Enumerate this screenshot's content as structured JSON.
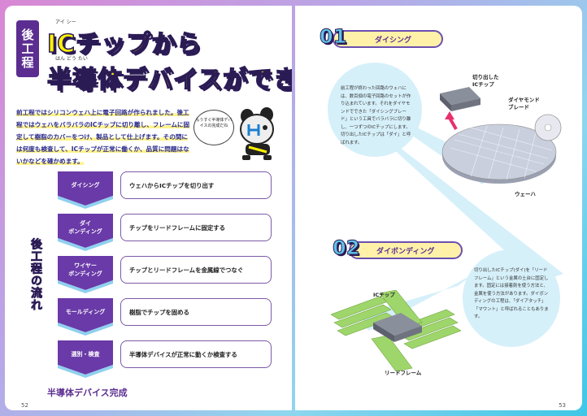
{
  "left": {
    "tab": "後工程",
    "title_line1": "ICチップから",
    "title_line2": "半導体デバイスができるまで",
    "title_ruby": [
      "アイ シー",
      "はん どう たい"
    ],
    "intro_parts": [
      {
        "text": "前工程ではシリコンウェハ上に電子回路が作られました。",
        "hl": true
      },
      {
        "text": "後工程ではウェハをバラバラのICチップに切り離し、フレームに固定して樹脂のカバーをつけ、製品として仕上げます。",
        "hl": true
      },
      {
        "text": "その間には何度も検査して、ICチップが正常に働くか、品質に問題はないかなどを確かめます。",
        "hl": true
      }
    ],
    "bubble_text": "もうすぐ半導体デバイスの完成だね",
    "flow_label": "後工程の流れ",
    "steps": [
      {
        "name": "ダイシング",
        "desc": "ウェハからICチップを切り出す"
      },
      {
        "name": "ダイ\nボンディング",
        "desc": "チップをリードフレームに固定する"
      },
      {
        "name": "ワイヤー\nボンディング",
        "desc": "チップとリードフレームを金属線でつなぐ"
      },
      {
        "name": "モールディング",
        "desc": "樹脂でチップを固める"
      },
      {
        "name": "選別・検査",
        "desc": "半導体デバイスが正常に動くか検査する"
      }
    ],
    "complete": "半導体デバイス完成",
    "page_number": "52"
  },
  "right": {
    "sections": [
      {
        "number": "01",
        "title": "ダイシング",
        "body": "前工程が終わった回路のウェハには、数百個の電子回路のセットが作り込まれています。それをダイヤモンドでできた「ダイシングブレード」という工具でバラバラに切り離し、一つずつのICチップにします。切り出したICチップは「ダイ」と呼ばれます。",
        "labels": {
          "chip": "切り出した\nICチップ",
          "blade": "ダイヤモンド\nブレード",
          "wafer": "ウェーハ"
        }
      },
      {
        "number": "02",
        "title": "ダイボンディング",
        "body": "切り出したICチップ(ダイ)を「リードフレーム」という金属の土台に固定します。固定には接着剤を使う方法と、金属を使う方法があります。ダイボンディングの工程は、「ダイアタッチ」「マウント」と呼ばれることもあります。",
        "labels": {
          "chip": "ICチップ",
          "frame": "リードフレーム"
        }
      }
    ],
    "page_number": "53"
  },
  "colors": {
    "purple": "#5b2d91",
    "yellow": "#fff200",
    "light_blue": "#d6f0fa",
    "green": "#9fd66b"
  }
}
